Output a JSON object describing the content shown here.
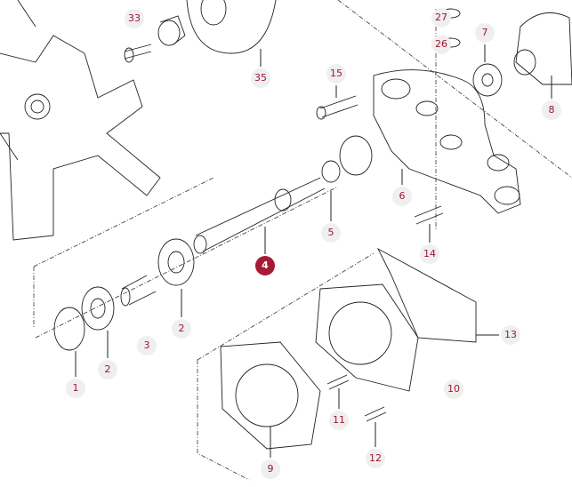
{
  "diagram": {
    "highlighted_part": "4",
    "colors": {
      "label_text": "#a0162e",
      "label_bg": "#efeff0",
      "highlight_bg": "#a51b33",
      "highlight_text": "#ffffff",
      "line": "#222222"
    },
    "callouts": [
      {
        "number": "33"
      },
      {
        "number": "35"
      },
      {
        "number": "27"
      },
      {
        "number": "26"
      },
      {
        "number": "7"
      },
      {
        "number": "8"
      },
      {
        "number": "15"
      },
      {
        "number": "6"
      },
      {
        "number": "5"
      },
      {
        "number": "14"
      },
      {
        "number": "4"
      },
      {
        "number": "2"
      },
      {
        "number": "3"
      },
      {
        "number": "2"
      },
      {
        "number": "1"
      },
      {
        "number": "13"
      },
      {
        "number": "10"
      },
      {
        "number": "11"
      },
      {
        "number": "12"
      },
      {
        "number": "9"
      }
    ]
  }
}
